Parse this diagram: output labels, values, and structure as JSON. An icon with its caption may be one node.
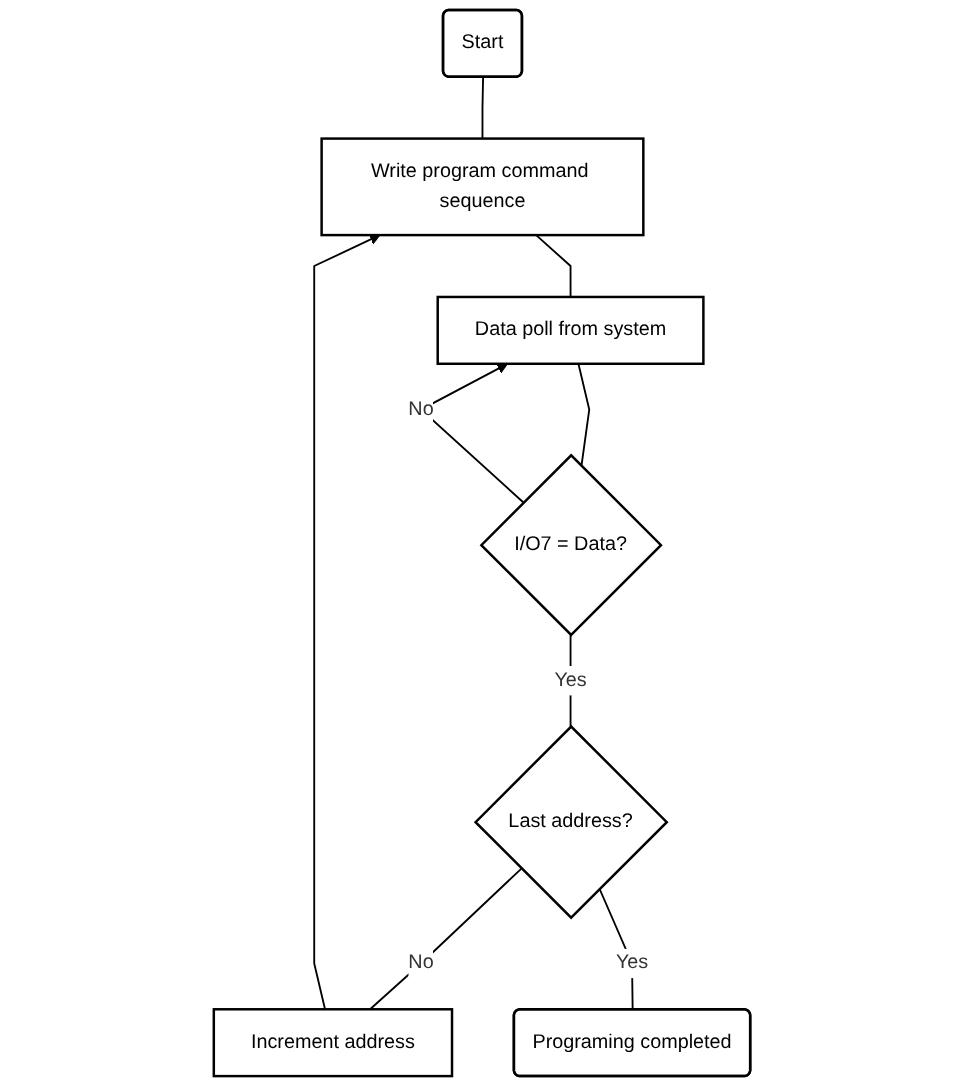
{
  "diagram": {
    "nodes": [
      {
        "text": [
          "Start"
        ]
      },
      {
        "text": [
          "Write program command sequence"
        ]
      },
      {
        "text": [
          "Data poll from system"
        ]
      },
      {
        "text": [
          "I/O7 = Data?"
        ]
      },
      {
        "text": [
          "Last address?"
        ]
      },
      {
        "text": [
          "Increment address"
        ]
      },
      {
        "text": [
          "Programing completed"
        ]
      }
    ],
    "edges": [
      {
        "from": 0,
        "to": 1,
        "arrow": "none"
      },
      {
        "from": 1,
        "to": 2,
        "arrow": "none"
      },
      {
        "from": 2,
        "to": 3,
        "arrow": "none"
      },
      {
        "from": 3,
        "to": 2,
        "arrow": "to",
        "label": "No"
      },
      {
        "from": 3,
        "to": 4,
        "arrow": "none",
        "label": "Yes"
      },
      {
        "from": 4,
        "to": 5,
        "arrow": "none",
        "label": "No"
      },
      {
        "from": 4,
        "to": 6,
        "arrow": "none",
        "label": "Yes"
      },
      {
        "from": 5,
        "to": 1,
        "arrow": "to"
      }
    ]
  }
}
